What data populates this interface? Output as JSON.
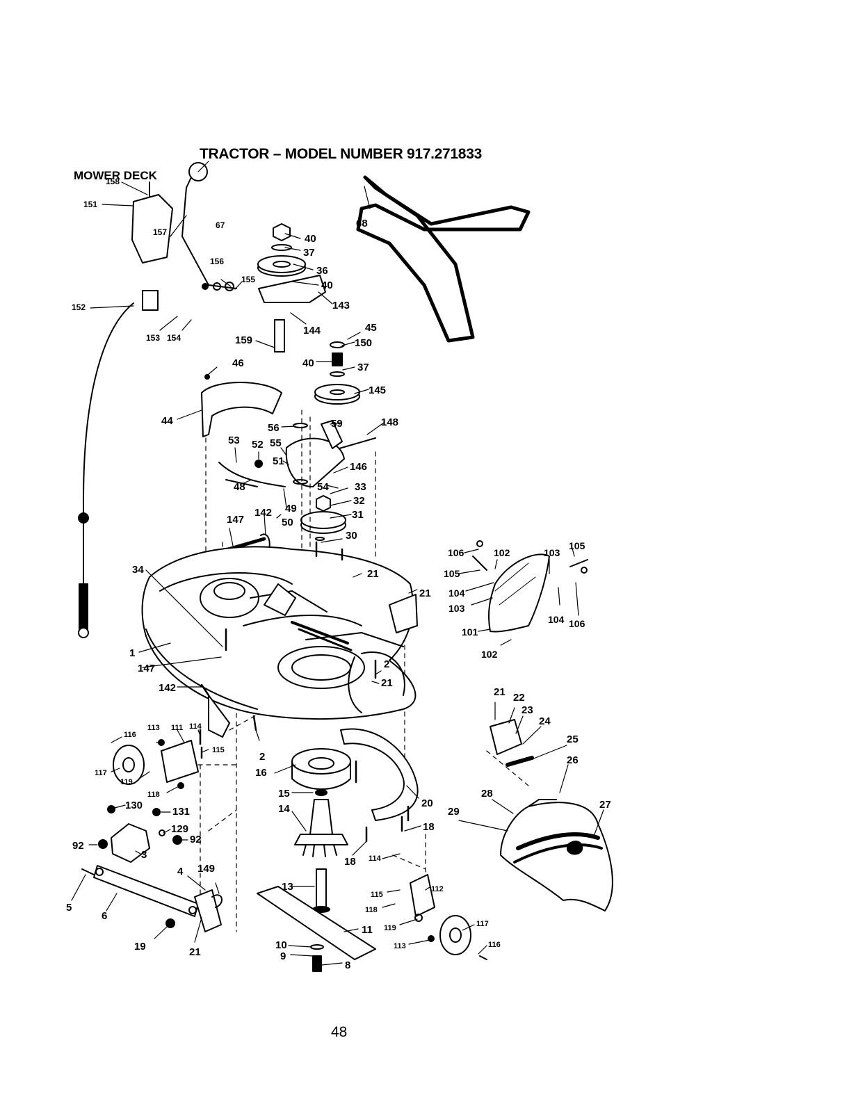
{
  "header": {
    "title": "TRACTOR – MODEL NUMBER 917.271833",
    "section": "MOWER DECK"
  },
  "footer": {
    "page_number": "48"
  },
  "callouts": [
    "158",
    "157",
    "67",
    "151",
    "152",
    "153",
    "154",
    "156",
    "155",
    "40",
    "37",
    "36",
    "40",
    "143",
    "144",
    "159",
    "68",
    "45",
    "150",
    "40",
    "37",
    "145",
    "46",
    "44",
    "56",
    "59",
    "148",
    "53",
    "52",
    "55",
    "51",
    "146",
    "48",
    "54",
    "33",
    "32",
    "31",
    "49",
    "50",
    "147",
    "142",
    "30",
    "34",
    "21",
    "21",
    "1",
    "147",
    "142",
    "2",
    "21",
    "106",
    "102",
    "103",
    "105",
    "105",
    "104",
    "103",
    "104",
    "106",
    "101",
    "102",
    "113",
    "111",
    "114",
    "116",
    "115",
    "117",
    "119",
    "118",
    "130",
    "131",
    "129",
    "92",
    "92",
    "3",
    "16",
    "2",
    "15",
    "14",
    "20",
    "18",
    "18",
    "114",
    "21",
    "22",
    "23",
    "24",
    "25",
    "26",
    "28",
    "29",
    "27",
    "4",
    "149",
    "5",
    "6",
    "19",
    "21",
    "13",
    "11",
    "10",
    "9",
    "8",
    "115",
    "112",
    "118",
    "119",
    "117",
    "113",
    "116"
  ]
}
